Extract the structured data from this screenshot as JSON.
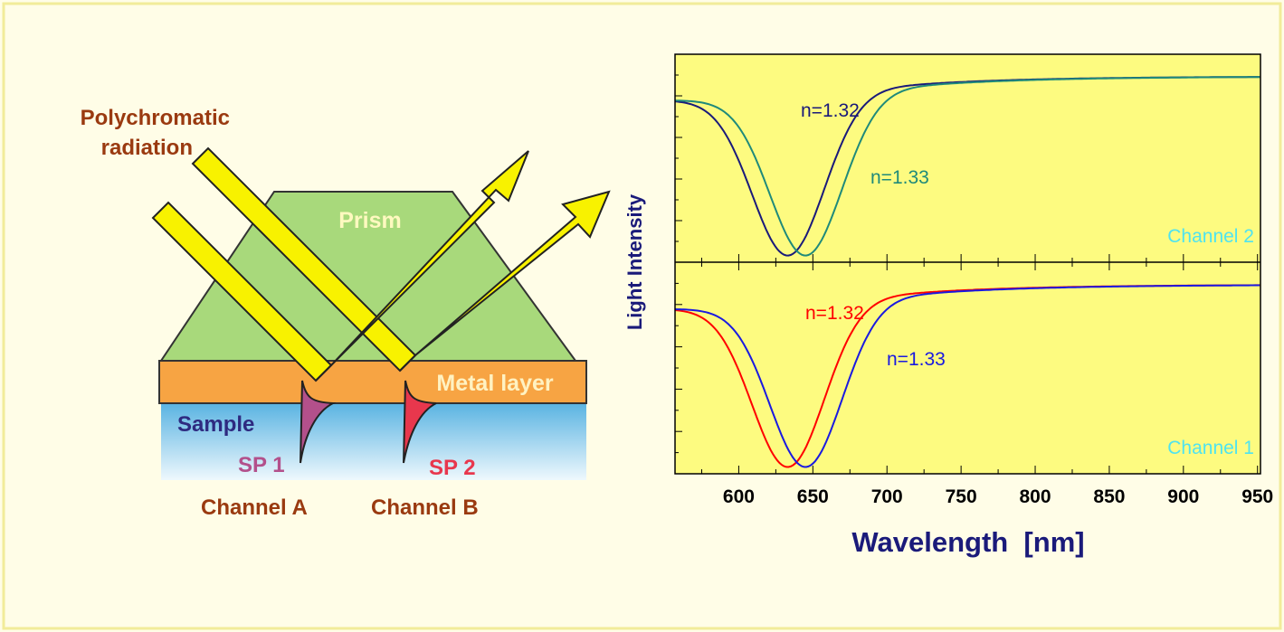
{
  "diagram": {
    "radiation_label_line1": "Polychromatic",
    "radiation_label_line2": "radiation",
    "prism_label": "Prism",
    "metal_label": "Metal layer",
    "sample_label": "Sample",
    "sp1_label": "SP 1",
    "sp2_label": "SP 2",
    "channel_a_label": "Channel A",
    "channel_b_label": "Channel B",
    "colors": {
      "prism": "#a8d97b",
      "metal": "#f7a443",
      "sample_top": "#5bb4e2",
      "sample_bottom": "#eef8fd",
      "beam": "#f8f200",
      "label_brown": "#9a3a10",
      "sample_text": "#2e2a80",
      "sp1": "#b3508b",
      "sp2": "#e8374d"
    }
  },
  "chart_data": {
    "type": "line",
    "xlabel": "Wavelength  [nm]",
    "ylabel": "Light Intensity",
    "xlim": [
      557,
      952
    ],
    "x_ticks": [
      600,
      650,
      700,
      750,
      800,
      850,
      900,
      950
    ],
    "background": "#fdfb80",
    "panels": [
      {
        "name": "Channel 2",
        "series": [
          {
            "name": "n=1.32",
            "color": "#1a1a7a",
            "dip_center_nm": 633,
            "dip_width_nm": 24,
            "tail_width_nm": 80,
            "start_level": 0.8,
            "floor": 0.02,
            "plateau": 0.92
          },
          {
            "name": "n=1.33",
            "color": "#1f8a7a",
            "dip_center_nm": 645,
            "dip_width_nm": 24,
            "tail_width_nm": 80,
            "start_level": 0.8,
            "floor": 0.02,
            "plateau": 0.92
          }
        ]
      },
      {
        "name": "Channel 1",
        "series": [
          {
            "name": "n=1.32",
            "color": "#ff0000",
            "dip_center_nm": 633,
            "dip_width_nm": 24,
            "tail_width_nm": 80,
            "start_level": 0.8,
            "floor": 0.02,
            "plateau": 0.92
          },
          {
            "name": "n=1.33",
            "color": "#1a1ae0",
            "dip_center_nm": 645,
            "dip_width_nm": 24,
            "tail_width_nm": 80,
            "start_level": 0.8,
            "floor": 0.02,
            "plateau": 0.92
          }
        ]
      }
    ]
  }
}
